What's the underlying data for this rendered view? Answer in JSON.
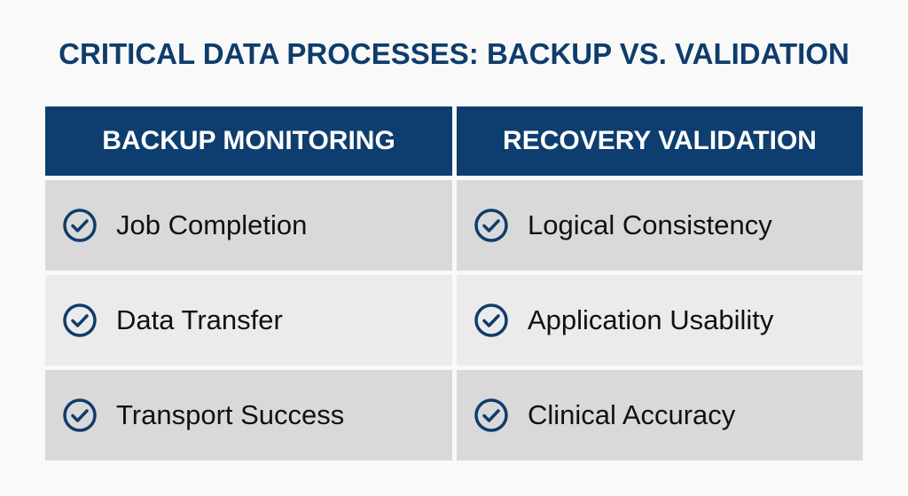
{
  "title": "CRITICAL DATA PROCESSES: BACKUP VS. VALIDATION",
  "columns": [
    {
      "header": "BACKUP MONITORING",
      "items": [
        "Job Completion",
        "Data Transfer",
        "Transport Success"
      ]
    },
    {
      "header": "RECOVERY VALIDATION",
      "items": [
        "Logical Consistency",
        "Application Usability",
        "Clinical Accuracy"
      ]
    }
  ],
  "icon": "check-circle-icon",
  "colors": {
    "accent": "#0d3e6f",
    "row_dark": "#d9d9d9",
    "row_light": "#ebebeb"
  }
}
